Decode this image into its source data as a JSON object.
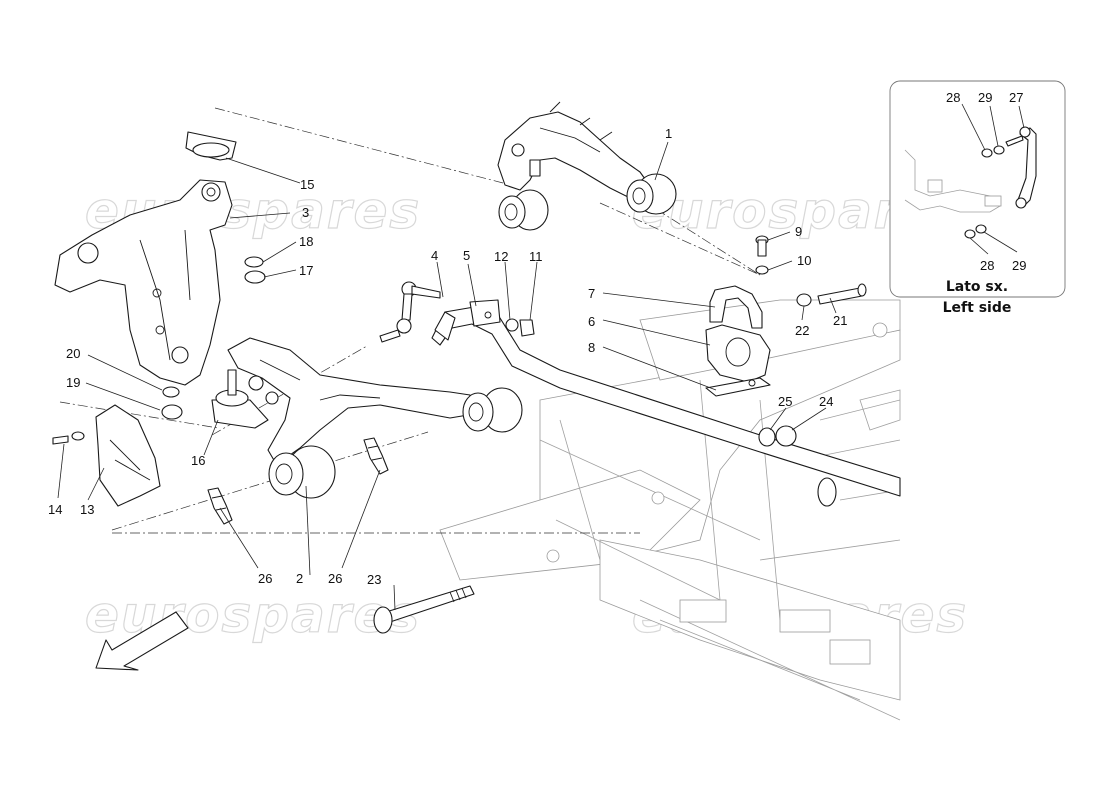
{
  "watermark": {
    "text": "eurospares",
    "color": "#d8d8d8"
  },
  "callouts": [
    {
      "id": "c1",
      "label": "1"
    },
    {
      "id": "c2",
      "label": "2"
    },
    {
      "id": "c3",
      "label": "3"
    },
    {
      "id": "c4",
      "label": "4"
    },
    {
      "id": "c5",
      "label": "5"
    },
    {
      "id": "c6",
      "label": "6"
    },
    {
      "id": "c7",
      "label": "7"
    },
    {
      "id": "c8",
      "label": "8"
    },
    {
      "id": "c9",
      "label": "9"
    },
    {
      "id": "c10",
      "label": "10"
    },
    {
      "id": "c11",
      "label": "11"
    },
    {
      "id": "c12",
      "label": "12"
    },
    {
      "id": "c13",
      "label": "13"
    },
    {
      "id": "c14",
      "label": "14"
    },
    {
      "id": "c15",
      "label": "15"
    },
    {
      "id": "c16",
      "label": "16"
    },
    {
      "id": "c17",
      "label": "17"
    },
    {
      "id": "c18",
      "label": "18"
    },
    {
      "id": "c19",
      "label": "19"
    },
    {
      "id": "c20",
      "label": "20"
    },
    {
      "id": "c21",
      "label": "21"
    },
    {
      "id": "c22",
      "label": "22"
    },
    {
      "id": "c23",
      "label": "23"
    },
    {
      "id": "c24",
      "label": "24"
    },
    {
      "id": "c25",
      "label": "25"
    },
    {
      "id": "c26a",
      "label": "26"
    },
    {
      "id": "c26b",
      "label": "26"
    }
  ],
  "inset": {
    "title_line1": "Lato sx.",
    "title_line2": "Left side",
    "callouts": [
      {
        "id": "i28a",
        "label": "28"
      },
      {
        "id": "i29a",
        "label": "29"
      },
      {
        "id": "i27",
        "label": "27"
      },
      {
        "id": "i28b",
        "label": "28"
      },
      {
        "id": "i29b",
        "label": "29"
      }
    ]
  },
  "direction_arrow": {
    "icon": "direction-arrow-icon"
  }
}
